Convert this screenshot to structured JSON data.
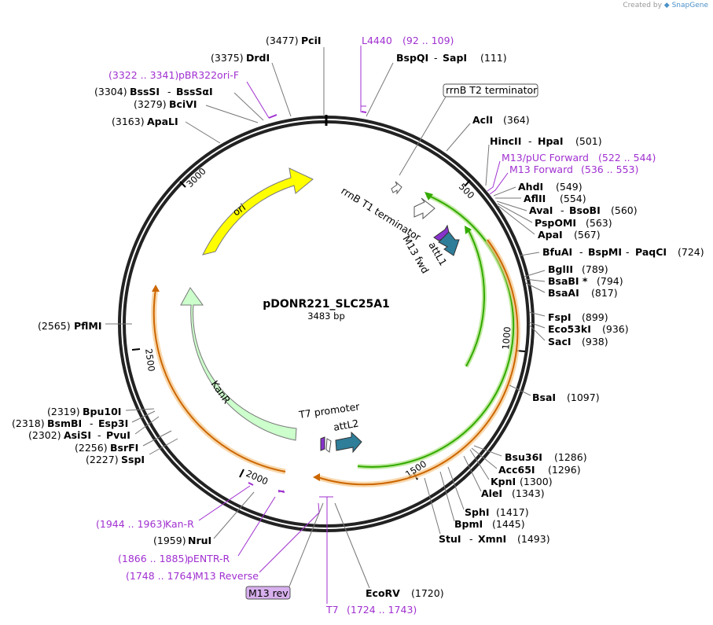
{
  "credit": {
    "prefix": "Created by",
    "brand": "SnapGene"
  },
  "plasmid": {
    "name": "pDONR221_SLC25A1",
    "length_label": "3483 bp",
    "length": 3483
  },
  "ticks": [
    "500",
    "1000",
    "1500",
    "2000",
    "2500",
    "3000"
  ],
  "features": {
    "ori": "ori",
    "kanr": "KanR",
    "rrnb_t1": "rrnB T1 terminator",
    "rrnb_t2": "rrnB T2 terminator",
    "m13_fwd": "M13 fwd",
    "attl1": "attL1",
    "attl2": "attL2",
    "t7_promoter": "T7 promoter",
    "m13_rev": "M13 rev"
  },
  "primers": {
    "l4440": {
      "name": "L4440",
      "range": "(92 .. 109)"
    },
    "pbr322": {
      "range": "(3322 .. 3341)",
      "name": "pBR322ori-F"
    },
    "m13puc": {
      "name": "M13/pUC Forward",
      "range": "(522 .. 544)"
    },
    "m13f": {
      "name": "M13 Forward",
      "range": "(536 .. 553)"
    },
    "kanr": {
      "range": "(1944 .. 1963)",
      "name": "Kan-R"
    },
    "pentr": {
      "range": "(1866 .. 1885)",
      "name": "pENTR-R"
    },
    "m13rev": {
      "range": "(1748 .. 1764)",
      "name": "M13 Reverse"
    },
    "t7": {
      "name": "T7",
      "range": "(1724 .. 1743)"
    }
  },
  "sites": {
    "pcii": {
      "pos": "(3477)",
      "name": "PciI"
    },
    "drdi": {
      "pos": "(3375)",
      "name": "DrdI"
    },
    "bsssi": {
      "pos": "(3304)",
      "name": "BssSI",
      "name2": "BssSαI"
    },
    "bcivi": {
      "pos": "(3279)",
      "name": "BciVI"
    },
    "apali": {
      "pos": "(3163)",
      "name": "ApaLI"
    },
    "bspqi": {
      "name": "BspQI",
      "name2": "SapI",
      "pos": "(111)"
    },
    "acli": {
      "name": "AclI",
      "pos": "(364)"
    },
    "hincii": {
      "name": "HincII",
      "name2": "HpaI",
      "pos": "(501)"
    },
    "ahdi": {
      "name": "AhdI",
      "pos": "(549)"
    },
    "aflii": {
      "name": "AflII",
      "pos": "(554)"
    },
    "avai": {
      "name": "AvaI",
      "name2": "BsoBI",
      "pos": "(560)"
    },
    "pspomi": {
      "name": "PspOMI",
      "pos": "(563)"
    },
    "apai": {
      "name": "ApaI",
      "pos": "(567)"
    },
    "bfuai": {
      "name": "BfuAI",
      "name2": "BspMI",
      "name3": "PaqCI",
      "pos": "(724)"
    },
    "bglii": {
      "name": "BglII",
      "pos": "(789)"
    },
    "bsabi": {
      "name": "BsaBI *",
      "pos": "(794)"
    },
    "bsaai": {
      "name": "BsaAI",
      "pos": "(817)"
    },
    "fspi": {
      "name": "FspI",
      "pos": "(899)"
    },
    "eco53ki": {
      "name": "Eco53kI",
      "pos": "(936)"
    },
    "saci": {
      "name": "SacI",
      "pos": "(938)"
    },
    "bsai": {
      "name": "BsaI",
      "pos": "(1097)"
    },
    "bsu36i": {
      "name": "Bsu36I",
      "pos": "(1286)"
    },
    "acc65i": {
      "name": "Acc65I",
      "pos": "(1296)"
    },
    "kpni": {
      "name": "KpnI",
      "pos": "(1300)"
    },
    "alei": {
      "name": "AleI",
      "pos": "(1343)"
    },
    "sphi": {
      "name": "SphI",
      "pos": "(1417)"
    },
    "bpmi": {
      "name": "BpmI",
      "pos": "(1445)"
    },
    "stui": {
      "name": "StuI",
      "name2": "XmnI",
      "pos": "(1493)"
    },
    "ecorv": {
      "name": "EcoRV",
      "pos": "(1720)"
    },
    "nrui": {
      "pos": "(1959)",
      "name": "NruI"
    },
    "pflmi": {
      "pos": "(2565)",
      "name": "PflMI"
    },
    "bpu10i": {
      "pos": "(2319)",
      "name": "Bpu10I"
    },
    "bsmbi": {
      "pos": "(2318)",
      "name": "BsmBI",
      "name2": "Esp3I"
    },
    "asisi": {
      "pos": "(2302)",
      "name": "AsiSI",
      "name2": "PvuI"
    },
    "bsrfi": {
      "pos": "(2256)",
      "name": "BsrFI"
    },
    "sspi": {
      "pos": "(2227)",
      "name": "SspI"
    }
  },
  "colors": {
    "ori": "#ffff00",
    "kanr": "#ccffcc",
    "attl": "#2e7d99",
    "primer": "#a030d0",
    "orf_green": "#33aa00",
    "orf_orange": "#cc6600"
  }
}
